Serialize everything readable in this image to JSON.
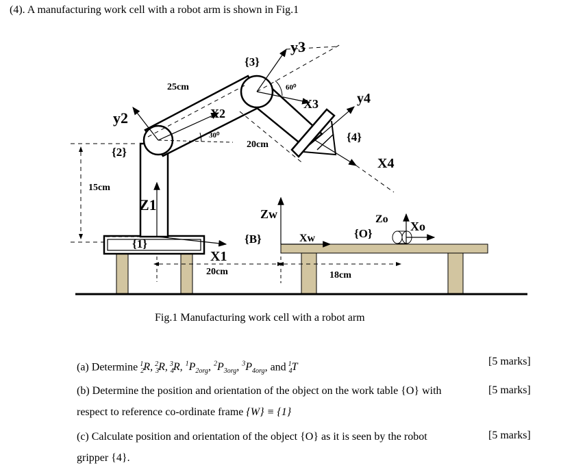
{
  "title": "(4). A manufacturing work cell with a robot arm is shown in Fig.1",
  "figure": {
    "frame_labels": {
      "f1": "{1}",
      "f2": "{2}",
      "f3": "{3}",
      "f4": "{4}",
      "fB": "{B}",
      "fO": "{O}"
    },
    "axis_labels": {
      "y3": "y3",
      "x3": "X3",
      "y4": "y4",
      "x4": "X4",
      "y2": "y2",
      "x2": "X2",
      "z1": "Z1",
      "x1": "X1",
      "zw": "Zw",
      "xw": "Xw",
      "zo": "Zo",
      "xo": "Xo"
    },
    "dimensions": {
      "link2_length": "25cm",
      "link3_length": "20cm",
      "height": "15cm",
      "base_offset": "20cm",
      "table_offset": "18cm"
    },
    "angles": {
      "a1": "30⁰",
      "a2": "60⁰"
    },
    "caption": "Fig.1 Manufacturing work cell with a robot arm"
  },
  "questions": [
    {
      "id": "a",
      "text_prefix": "(a) Determine ",
      "text_suffix": ", and ",
      "marks": "[5 marks]"
    },
    {
      "id": "b",
      "line1": "(b) Determine the position and orientation of the object on the work table {O} with",
      "line2": "respect to reference co-ordinate frame ",
      "marks": "[5 marks]"
    },
    {
      "id": "c",
      "line1": "(c) Calculate position and orientation of the object {O} as it is seen by the robot",
      "line2": "gripper {4}.",
      "marks": "[5 marks]"
    }
  ],
  "math": {
    "R": "R",
    "P": "P",
    "T": "T",
    "org2": "2org",
    "org3": "3org",
    "org4": "4org",
    "frame_W": "{W} ≡ {1}"
  }
}
